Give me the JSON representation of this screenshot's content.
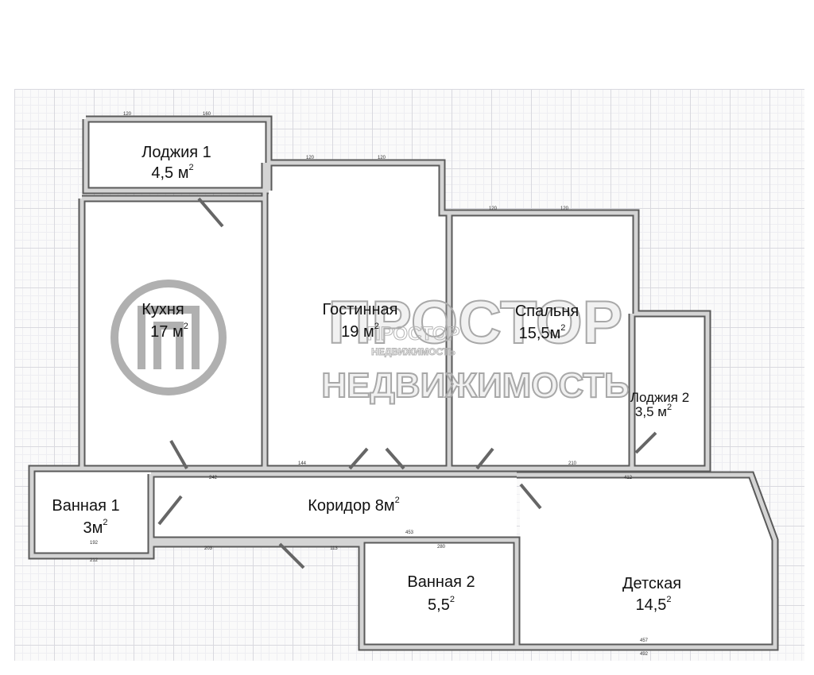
{
  "plan": {
    "rooms": [
      {
        "id": "loggia-1",
        "name": "Лоджия 1",
        "area": "4,5 м",
        "sup": "2"
      },
      {
        "id": "kitchen",
        "name": "Кухня",
        "area": "17 м",
        "sup": "2"
      },
      {
        "id": "living-room",
        "name": "Гостинная",
        "area": "19 м",
        "sup": "2"
      },
      {
        "id": "bedroom",
        "name": "Спальня",
        "area": "15,5м",
        "sup": "2"
      },
      {
        "id": "loggia-2",
        "name": "Лоджия 2",
        "area": "3,5 м",
        "sup": "2"
      },
      {
        "id": "bathroom-1",
        "name": "Ванная 1",
        "area": "3м",
        "sup": "2"
      },
      {
        "id": "corridor",
        "name": "Коридор 8м",
        "area": "",
        "sup": "2"
      },
      {
        "id": "bathroom-2",
        "name": "Ванная 2",
        "area": "5,5",
        "sup": "2"
      },
      {
        "id": "nursery",
        "name": "Детская",
        "area": "14,5",
        "sup": "2"
      }
    ],
    "dimensions": [
      "120",
      "160",
      "120",
      "120",
      "120",
      "120",
      "242",
      "144",
      "210",
      "412",
      "280",
      "457",
      "492",
      "212",
      "192",
      "203",
      "113",
      "453"
    ],
    "colors": {
      "wall": "#5a5a5a",
      "wall_fill": "#d4d4d4",
      "grid": "#d9d9df"
    }
  },
  "watermark": {
    "brand": "ПРОСТОР",
    "sub": "НЕДВИЖИМОСТЬ",
    "logo": "logo-p-circle"
  }
}
